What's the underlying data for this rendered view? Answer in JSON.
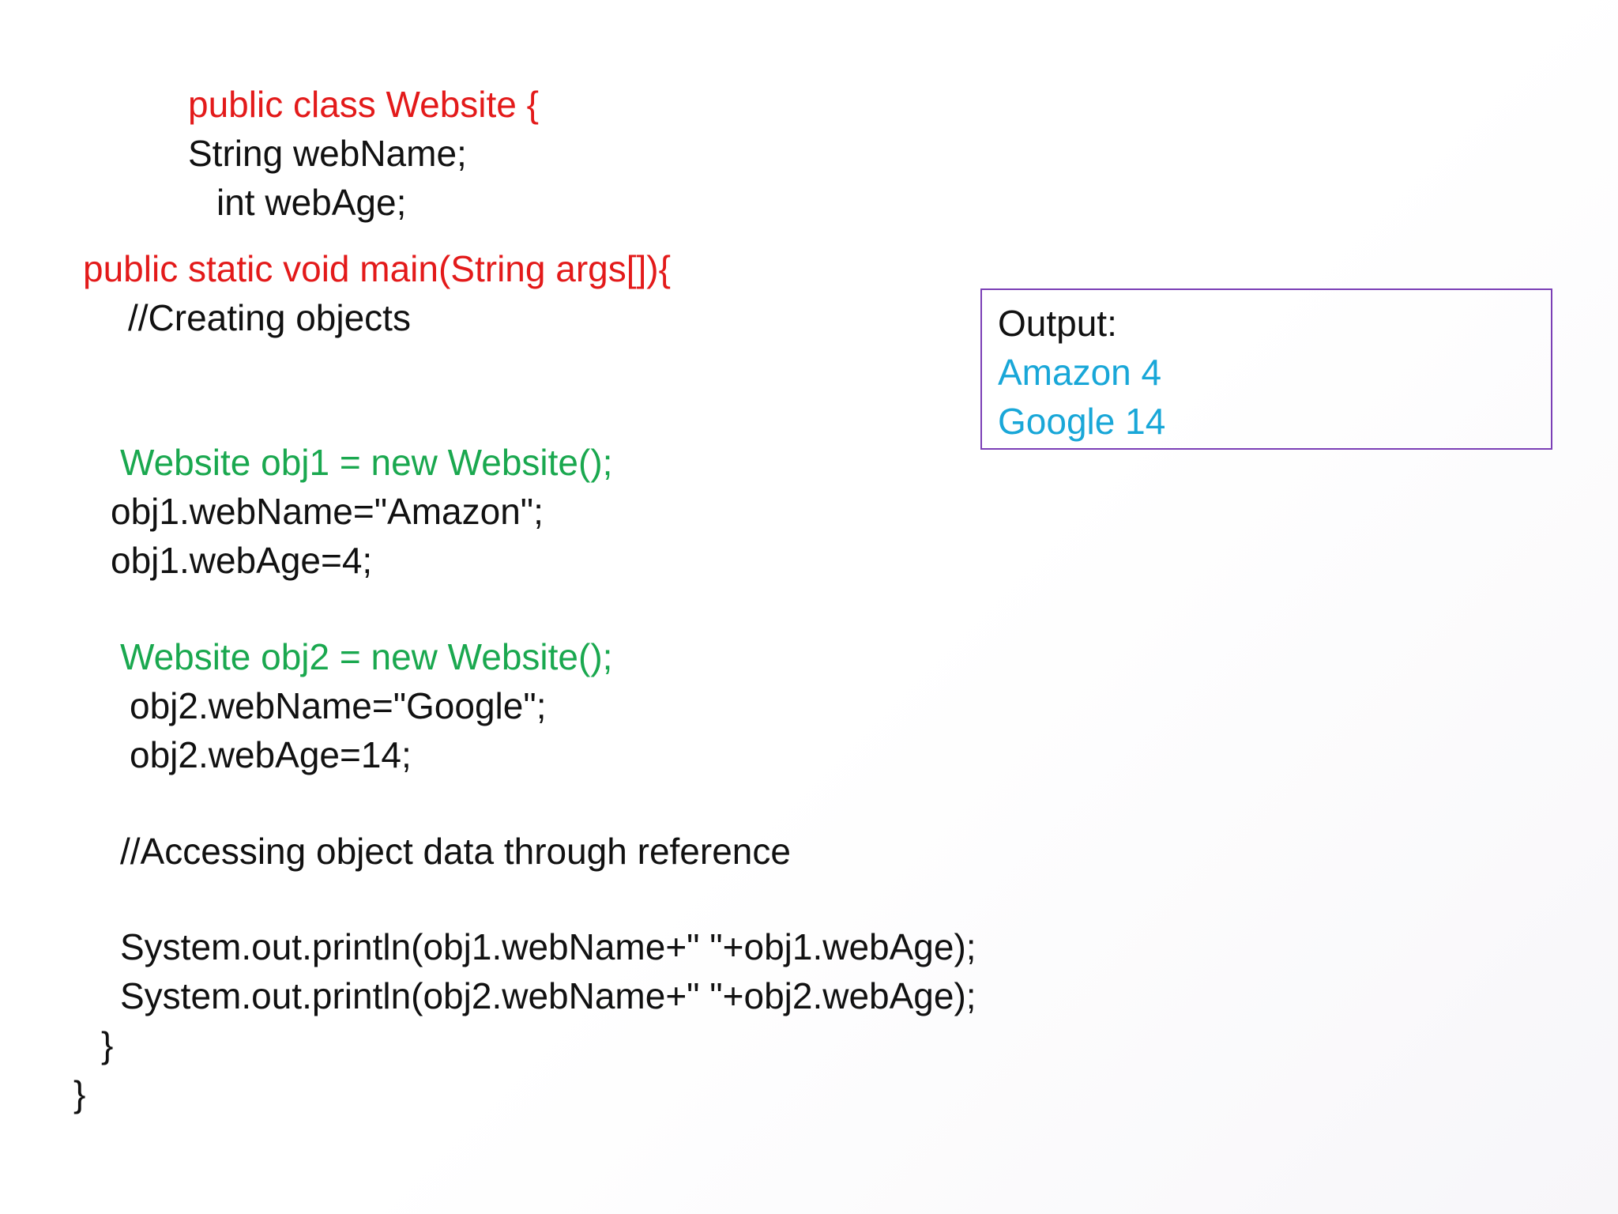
{
  "code": {
    "class_decl": "public class Website {",
    "field_name": "String webName;",
    "field_age": "int webAge;",
    "main_decl": "public static void main(String args[]){",
    "comment_create": "//Creating objects",
    "obj1_new": "Website obj1 = new Website();",
    "obj1_name": "obj1.webName=\"Amazon\";",
    "obj1_age": "obj1.webAge=4;",
    "obj2_new": "Website obj2 = new Website();",
    "obj2_name": "obj2.webName=\"Google\";",
    "obj2_age": "obj2.webAge=14;",
    "comment_access": "//Accessing object data through reference",
    "print1": "System.out.println(obj1.webName+\" \"+obj1.webAge);",
    "print2": "System.out.println(obj2.webName+\" \"+obj2.webAge);",
    "close_main": "}",
    "close_class": "}"
  },
  "output": {
    "title": "Output:",
    "line1": "Amazon 4",
    "line2": "Google 14"
  },
  "colors": {
    "keyword_red": "#e31a1a",
    "object_green": "#1aa84f",
    "output_blue": "#19a7d8",
    "box_border_purple": "#7b3fb6"
  }
}
